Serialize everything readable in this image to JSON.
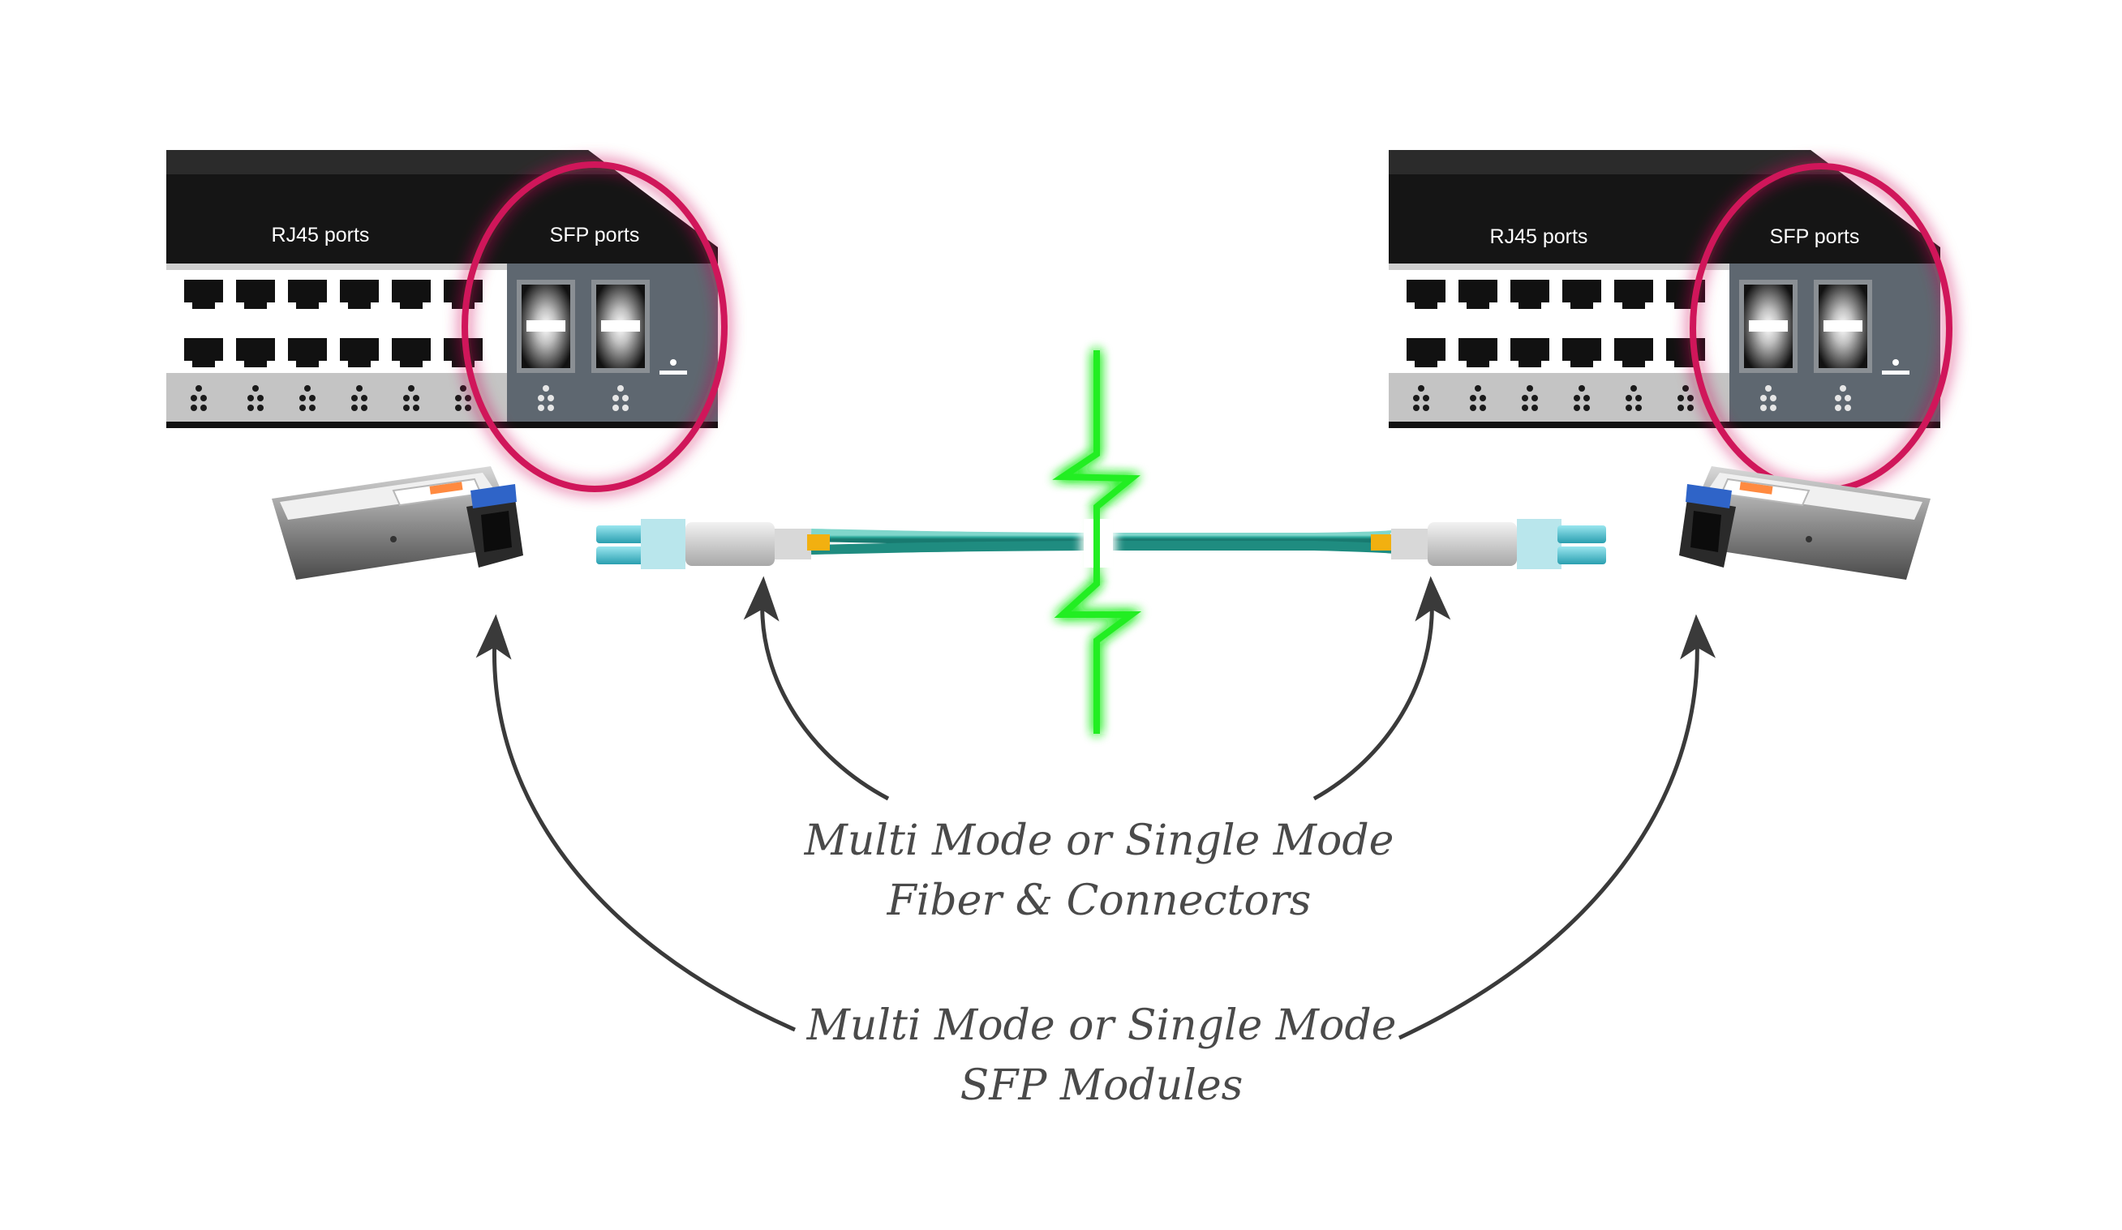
{
  "switch_left": {
    "rj45_label": "RJ45 ports",
    "sfp_label": "SFP ports"
  },
  "switch_right": {
    "rj45_label": "RJ45 ports",
    "sfp_label": "SFP ports"
  },
  "captions": {
    "fiber_line1": "Multi Mode or Single Mode",
    "fiber_line2": "Fiber & Connectors",
    "sfp_line1": "Multi Mode or Single Mode",
    "sfp_line2": "SFP Modules"
  },
  "colors": {
    "switch_body": "#1a1a1a",
    "sfp_panel": "#5e6770",
    "highlight_ring": "#d0145a",
    "fiber_cable": "#2aa89a",
    "lc_connector": "#3fb6c6",
    "break_mark": "#22ee22",
    "arrow": "#3a3a3a"
  }
}
